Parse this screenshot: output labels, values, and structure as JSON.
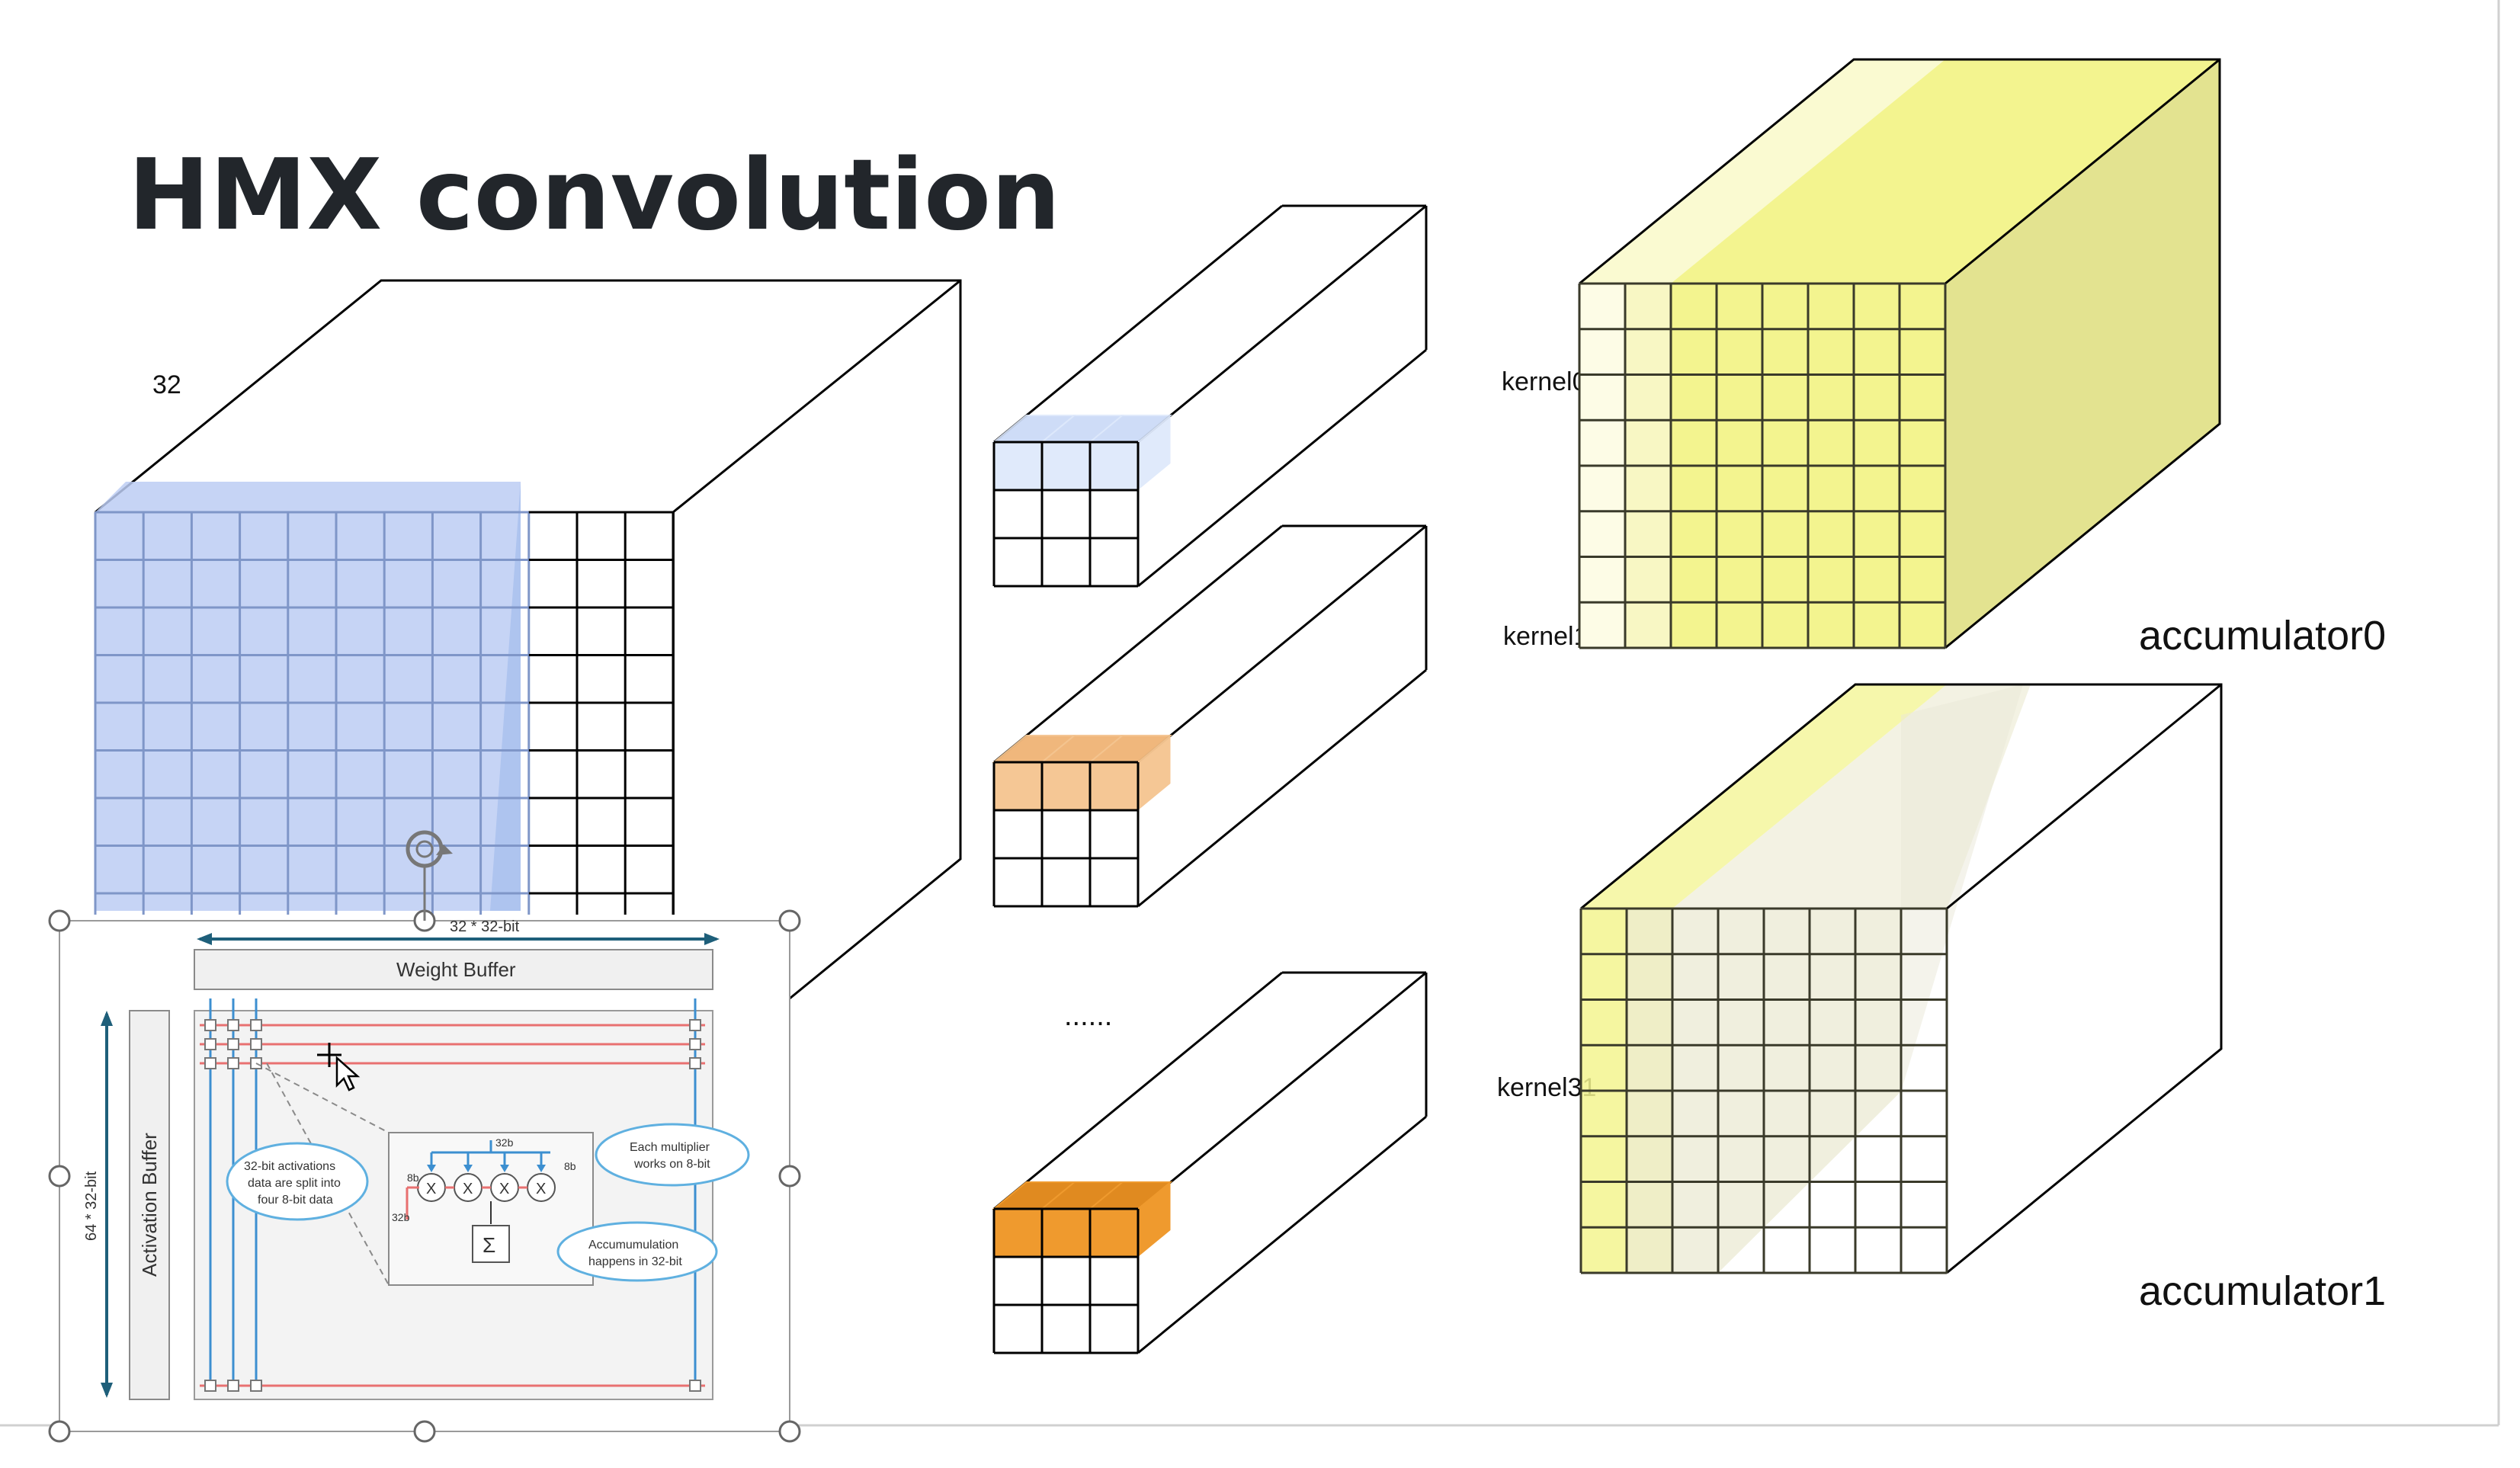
{
  "slide": {
    "title": "HMX convolution",
    "depth_label": "32",
    "ellipsis": "......",
    "kernels": [
      "kernel0",
      "kernel1",
      "kernel31"
    ],
    "accumulators": [
      "accumulator0",
      "accumulator1"
    ]
  },
  "inset": {
    "width_label": "32 * 32-bit",
    "weight_buffer": "Weight Buffer",
    "activation_buffer": "Activation Buffer",
    "height_label": "64 * 32-bit",
    "callout_split": [
      "32-bit activations",
      "data are split into",
      "four 8-bit data"
    ],
    "callout_multiplier": [
      "Each multiplier",
      "works on 8-bit"
    ],
    "callout_accum": [
      "Accumumulation",
      "happens in 32-bit"
    ],
    "multiplier_symbol": "X",
    "sum_symbol": "Σ",
    "tag_32b_top": "32b",
    "tag_8b_left": "8b",
    "tag_32b_left": "32b",
    "tag_8b_right": "8b"
  },
  "colors": {
    "activation_blue": "#b3cbf5",
    "kernel0_blue": "#dde8fb",
    "kernel1_orange": "#f4c48f",
    "kernel31_orange": "#ef9a2e",
    "accumulator_yellow": "#f3f48f",
    "inset_red": "#e87070",
    "inset_blue": "#3c8fd0",
    "callout_blue": "#5fb0e0"
  },
  "icons": [
    "rotate-handle-icon",
    "move-cursor-icon"
  ]
}
